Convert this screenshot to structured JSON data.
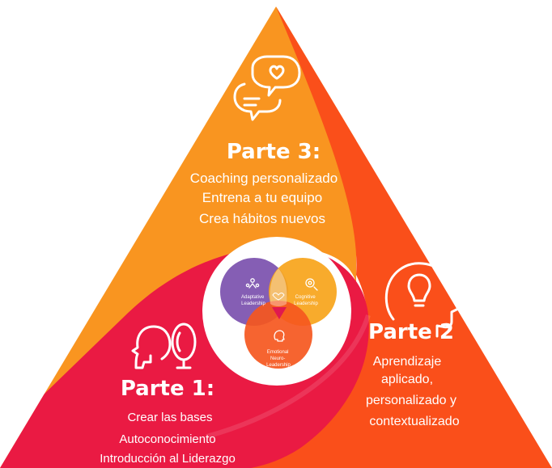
{
  "colors": {
    "part1": "#ea1a43",
    "part2": "#fa4f1a",
    "part3": "#f99520",
    "venn_left": "#7e55b0",
    "venn_right": "#f8a51c",
    "venn_bottom": "#f5571e",
    "venn_center": "#e0194f"
  },
  "part1": {
    "icon": "faces-mirror-icon",
    "title": "Parte 1:",
    "lines": [
      "Crear las bases",
      "Autoconocimiento",
      "Introducción al Liderazgo"
    ]
  },
  "part2": {
    "icon": "head-lightbulb-icon",
    "title": "Parte 2",
    "lines": [
      "Aprendizaje",
      "aplicado,",
      "personalizado y",
      "contextualizado"
    ]
  },
  "part3": {
    "icon": "chat-heart-icon",
    "title": "Parte 3:",
    "lines": [
      "Coaching personalizado",
      "Entrena a tu equipo",
      "Crea hábitos nuevos"
    ]
  },
  "venn": {
    "left_label": [
      "Adaptative",
      "Leadership"
    ],
    "right_label": [
      "Cognitive",
      "Leadership"
    ],
    "bottom_label": [
      "Emotional",
      "Neuro-",
      "Leadership"
    ]
  }
}
